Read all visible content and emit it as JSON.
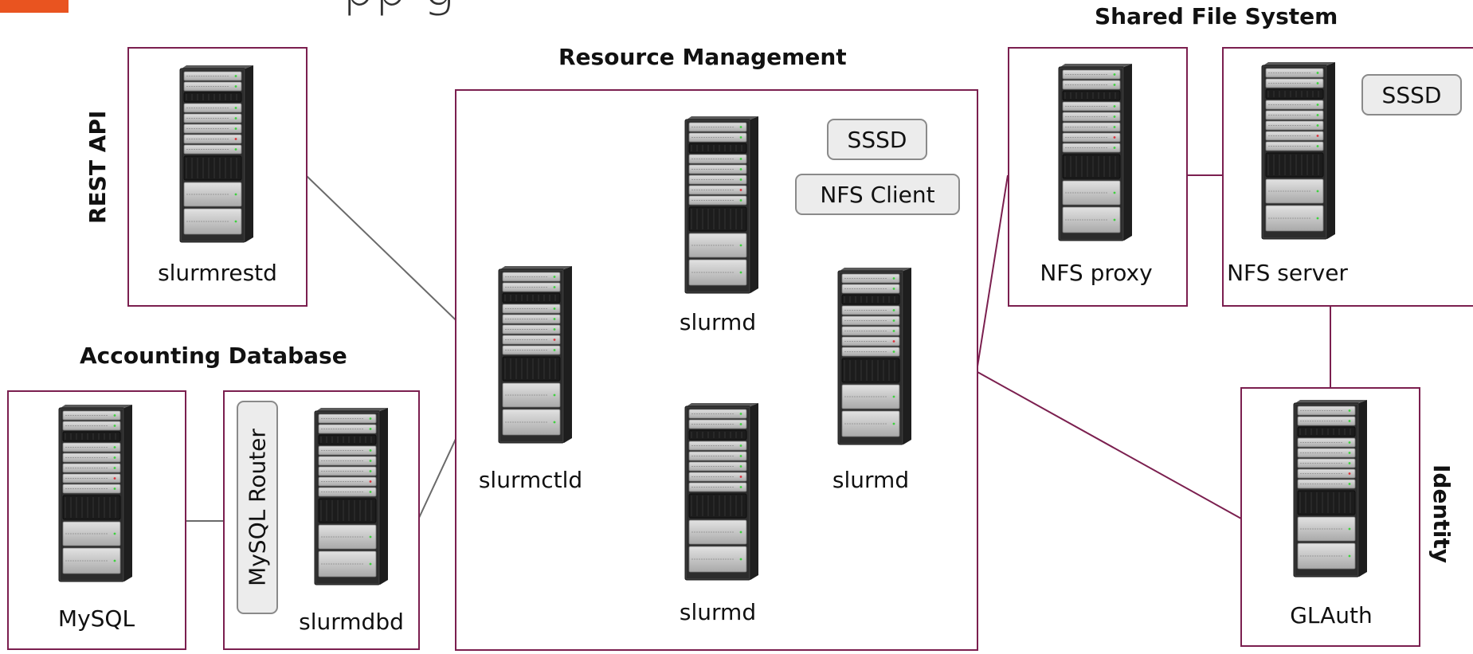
{
  "slide": {
    "title_fragment": "pp      g",
    "accent_color": "#e95420",
    "border_color": "#7b1f4f",
    "link_color": "#7b1f4f"
  },
  "groups": {
    "rest_api": "REST API",
    "accounting_database": "Accounting Database",
    "resource_management": "Resource Management",
    "shared_file_system": "Shared File System",
    "identity": "Identity"
  },
  "nodes": {
    "slurmrestd": "slurmrestd",
    "mysql": "MySQL",
    "mysql_router": "MySQL Router",
    "slurmdbd": "slurmdbd",
    "slurmctld": "slurmctld",
    "slurmd_top": "slurmd",
    "slurmd_right": "slurmd",
    "slurmd_bottom": "slurmd",
    "nfs_proxy": "NFS proxy",
    "nfs_server": "NFS server",
    "glauth": "GLAuth"
  },
  "tags": {
    "sssd_compute": "SSSD",
    "nfs_client": "NFS Client",
    "sssd_nfs_server": "SSSD"
  },
  "icons": {
    "server": "server-rack-icon"
  }
}
